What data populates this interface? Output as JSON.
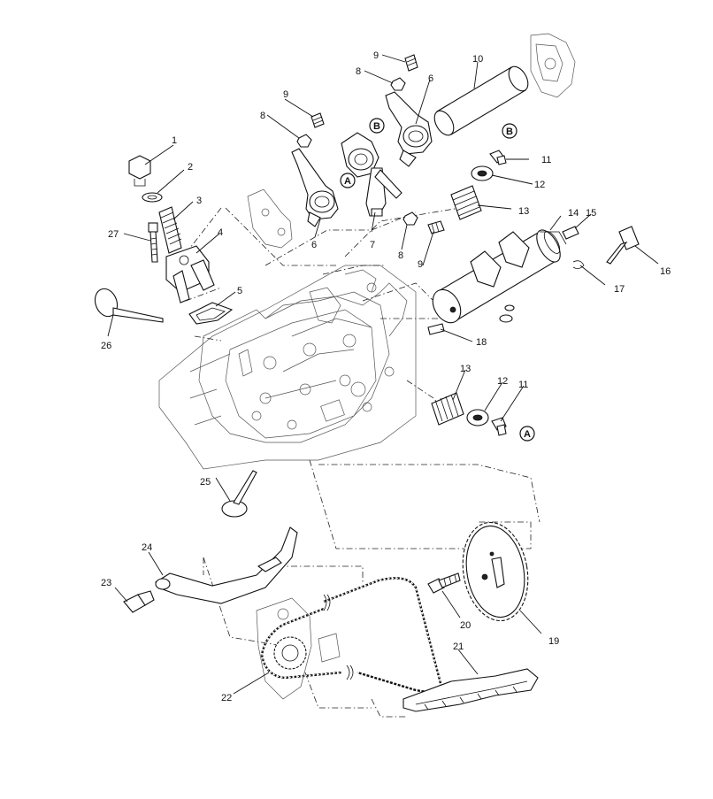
{
  "callouts": {
    "c1": "1",
    "c2": "2",
    "c3": "3",
    "c4": "4",
    "c5": "5",
    "c6a": "6",
    "c6b": "6",
    "c7": "7",
    "c8a": "8",
    "c8b": "8",
    "c8c": "8",
    "c9a": "9",
    "c9b": "9",
    "c9c": "9",
    "c10": "10",
    "c11a": "11",
    "c11b": "11",
    "c12a": "12",
    "c12b": "12",
    "c13a": "13",
    "c13b": "13",
    "c14": "14",
    "c15": "15",
    "c16": "16",
    "c17": "17",
    "c18": "18",
    "c19": "19",
    "c20": "20",
    "c21": "21",
    "c22": "22",
    "c23": "23",
    "c24": "24",
    "c25": "25",
    "c26": "26",
    "c27": "27"
  },
  "markers": {
    "a1": "A",
    "a2": "A",
    "b1": "B",
    "b2": "B"
  }
}
